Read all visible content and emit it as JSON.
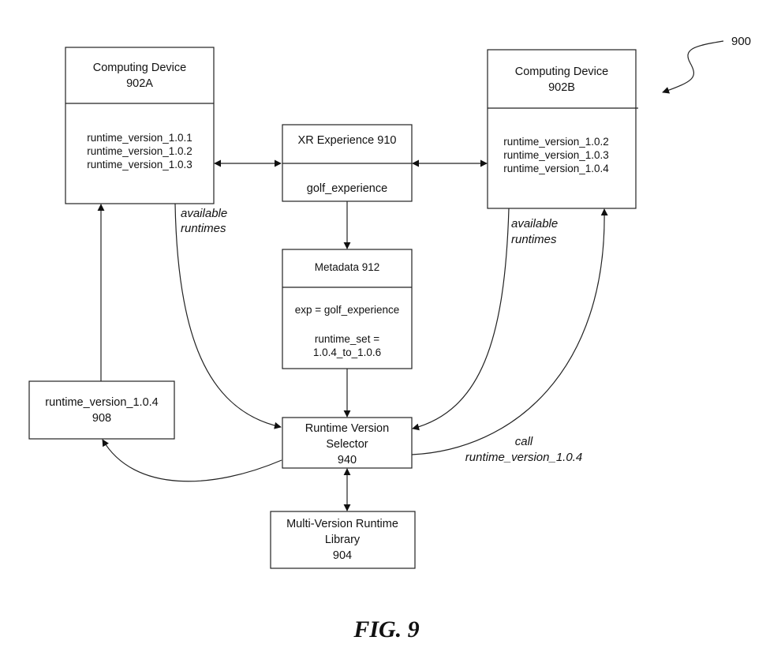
{
  "figure": {
    "caption": "FIG. 9",
    "reference_number": "900"
  },
  "nodes": {
    "device_a": {
      "title": "Computing Device",
      "id": "902A",
      "runtimes": [
        "runtime_version_1.0.1",
        "runtime_version_1.0.2",
        "runtime_version_1.0.3"
      ]
    },
    "device_b": {
      "title": "Computing Device",
      "id": "902B",
      "runtimes": [
        "runtime_version_1.0.2",
        "runtime_version_1.0.3",
        "runtime_version_1.0.4"
      ]
    },
    "xr_experience": {
      "title": "XR Experience 910",
      "value": "golf_experience"
    },
    "metadata": {
      "title": "Metadata 912",
      "exp_line": "exp = golf_experience",
      "runtime_set_line1": "runtime_set =",
      "runtime_set_line2": "1.0.4_to_1.0.6"
    },
    "runtime_908": {
      "line1": "runtime_version_1.0.4",
      "line2": "908"
    },
    "selector": {
      "line1": "Runtime Version",
      "line2": "Selector",
      "line3": "940"
    },
    "library": {
      "line1": "Multi-Version Runtime",
      "line2": "Library",
      "line3": "904"
    }
  },
  "edge_labels": {
    "available_a_1": "available",
    "available_a_2": "runtimes",
    "available_b_1": "available",
    "available_b_2": "runtimes",
    "call_1": "call",
    "call_2": "runtime_version_1.0.4"
  }
}
